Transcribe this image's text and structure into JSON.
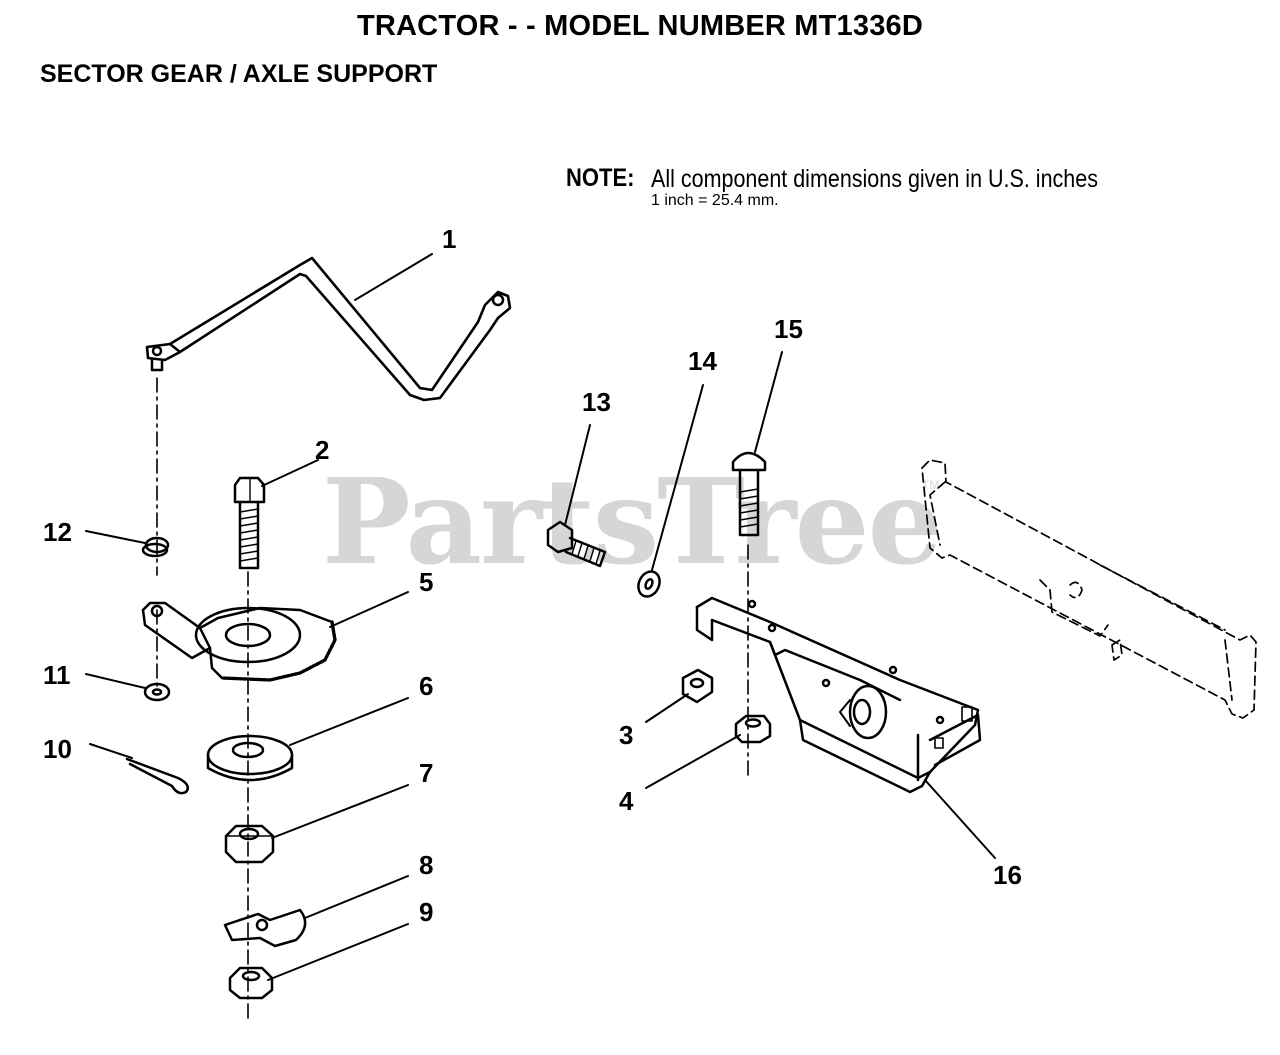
{
  "header": {
    "title": "TRACTOR - - MODEL NUMBER MT1336D",
    "subtitle": "SECTOR GEAR / AXLE SUPPORT"
  },
  "note": {
    "label": "NOTE:",
    "text": "All component dimensions given in U.S. inches",
    "conversion": "1 inch = 25.4 mm."
  },
  "watermark": {
    "text": "PartsTree",
    "trademark": "TM"
  },
  "callouts": {
    "n1": "1",
    "n2": "2",
    "n3": "3",
    "n4": "4",
    "n5": "5",
    "n6": "6",
    "n7": "7",
    "n8": "8",
    "n9": "9",
    "n10": "10",
    "n11": "11",
    "n12": "12",
    "n13": "13",
    "n14": "14",
    "n15": "15",
    "n16": "16"
  }
}
